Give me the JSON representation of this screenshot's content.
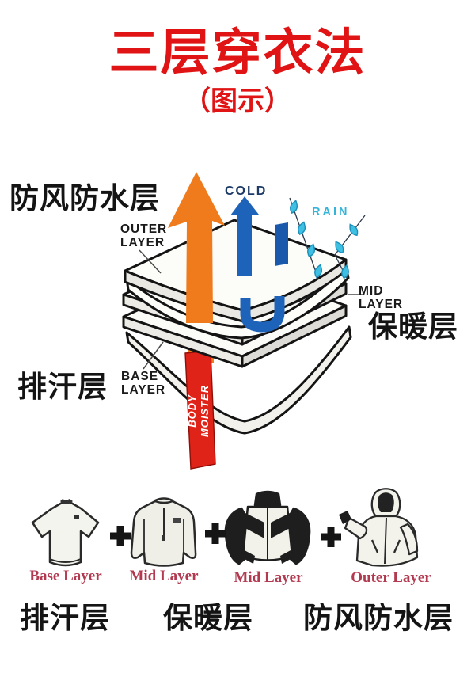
{
  "title": "三层穿衣法",
  "subtitle": "（图示）",
  "colors": {
    "title_red": "#e01414",
    "arrow_orange": "#ef7b1c",
    "band_red": "#e02318",
    "cold_blue": "#1e63ba",
    "rain_cyan": "#3fc0e2",
    "label_maroon": "#b23a50",
    "ink_black": "#1a1a1a"
  },
  "diagram": {
    "windproof_waterproof_label": "防风防水层",
    "outer_layer_label": "OUTER\nLAYER",
    "cold_label": "COLD",
    "rain_label": "RAIN",
    "mid_layer_label": "MID\nLAYER",
    "warm_layer_label": "保暖层",
    "base_layer_label": "BASE\nLAYER",
    "sweat_wicking_label": "排汗层",
    "body_moisture_band_label": "BODY\nMOISTER"
  },
  "equation": {
    "plus_icon": "thick-cross",
    "items": [
      {
        "icon": "tshirt-icon",
        "label": "Base Layer"
      },
      {
        "icon": "fleece-pullover-icon",
        "label": "Mid Layer"
      },
      {
        "icon": "insulated-jacket-icon",
        "label": "Mid Layer"
      },
      {
        "icon": "hooded-shell-jacket-icon",
        "label": "Outer Layer"
      }
    ],
    "cn_labels": [
      "排汗层",
      "保暖层",
      "防风防水层"
    ]
  },
  "icons": {
    "plus": "✚",
    "rain_droplet": "💧",
    "body_heat_arrow": "orange-up-arrow",
    "cold_arrow": "blue-up-arrow",
    "cold_deflect": "blue-u-turn"
  }
}
